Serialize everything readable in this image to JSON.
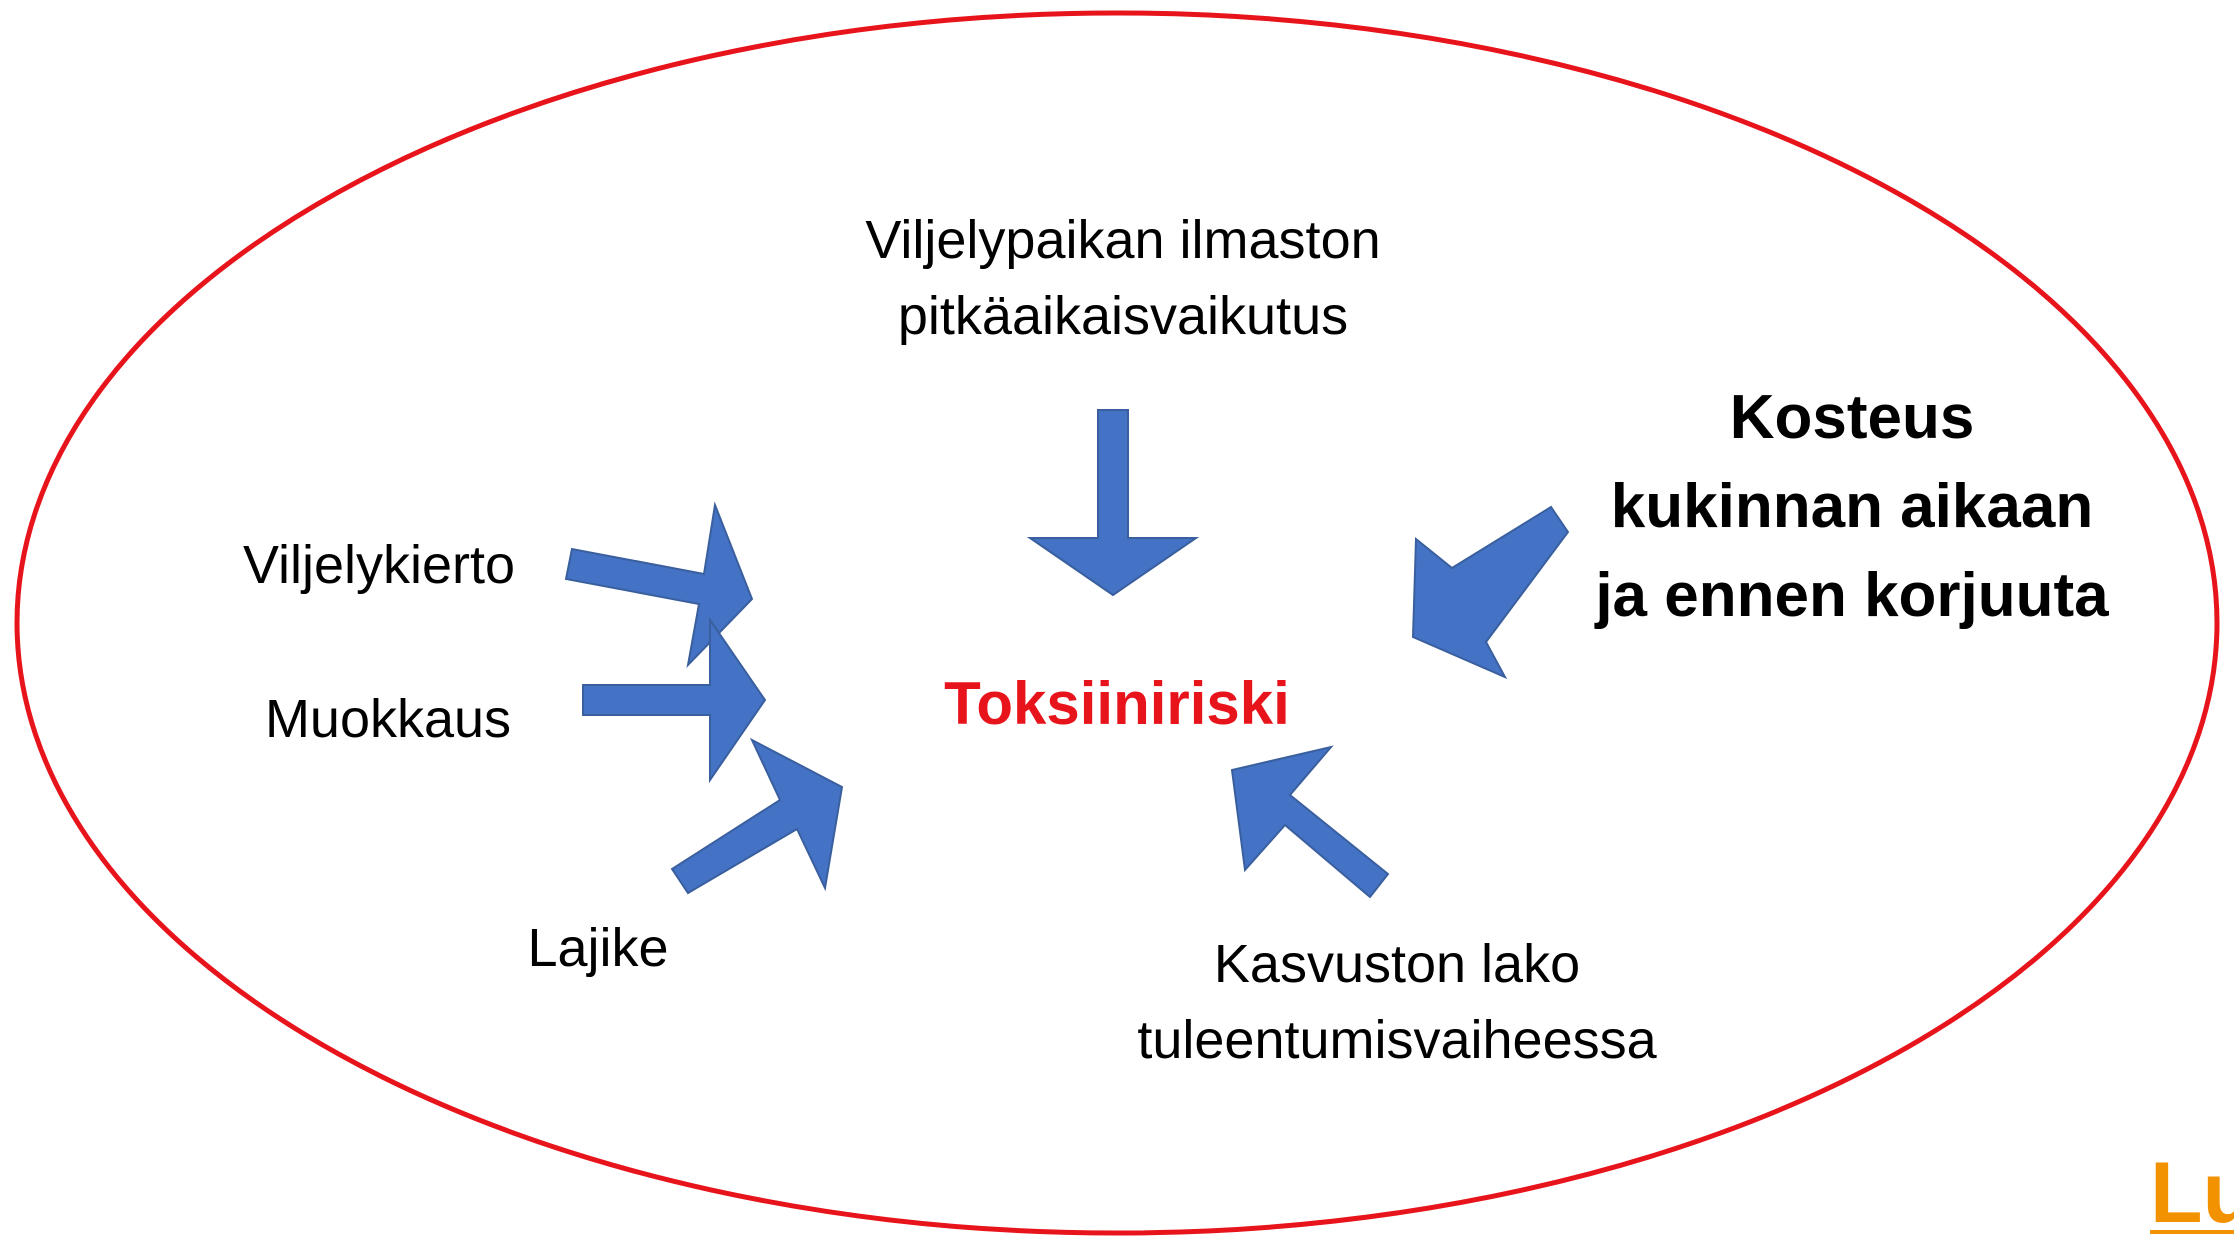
{
  "diagram": {
    "center_label": "Toksiiniriski",
    "factors": {
      "climate": {
        "lines": [
          "Viljelypaikan ilmaston",
          "pitkäaikaisvaikutus"
        ]
      },
      "moisture": {
        "lines": [
          "Kosteus",
          "kukinnan aikaan",
          "ja ennen korjuuta"
        ]
      },
      "crop_rotation": {
        "lines": [
          "Viljelykierto"
        ]
      },
      "tillage": {
        "lines": [
          "Muokkaus"
        ]
      },
      "variety": {
        "lines": [
          "Lajike"
        ]
      },
      "lodging": {
        "lines": [
          "Kasvuston lako",
          "tuleentumisvaiheessa"
        ]
      }
    }
  },
  "logo": {
    "text": "Lu"
  },
  "colors": {
    "ellipse_stroke": "#e8141c",
    "arrow_fill": "#4472c4",
    "arrow_stroke": "#3a5f9e",
    "center_text": "#e8141c",
    "logo": "#f39200"
  }
}
